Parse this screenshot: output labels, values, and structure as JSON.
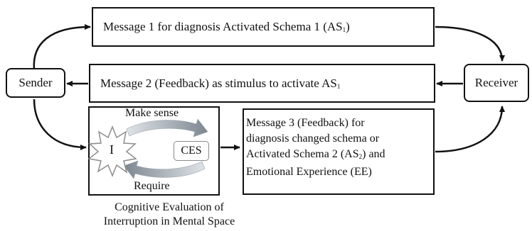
{
  "nodes": {
    "sender": "Sender",
    "receiver": "Receiver"
  },
  "messages": {
    "m1_text": "Message 1 for diagnosis Activated Schema 1 (AS",
    "m1_sub": "1",
    "m1_close": ")",
    "m2_text": "Message 2 (Feedback) as stimulus to activate AS",
    "m2_sub": "1",
    "m3_line1": "Message 3 (Feedback) for",
    "m3_line2": "diagnosis changed schema or",
    "m3_line3a": "Activated Schema 2 (AS",
    "m3_line3sub": "2",
    "m3_line3b": ") and",
    "m3_line4": "Emotional Experience (EE)"
  },
  "evaluation": {
    "make_sense": "Make sense",
    "require": "Require",
    "interruption": "I",
    "ces": "CES",
    "caption_line1": "Cognitive Evaluation of",
    "caption_line2": "Interruption in Mental Space"
  },
  "colors": {
    "line": "#111111",
    "arrow_light": "#cfd6dc",
    "arrow_dark": "#7d8790",
    "ces_border": "#8a8a8a"
  }
}
